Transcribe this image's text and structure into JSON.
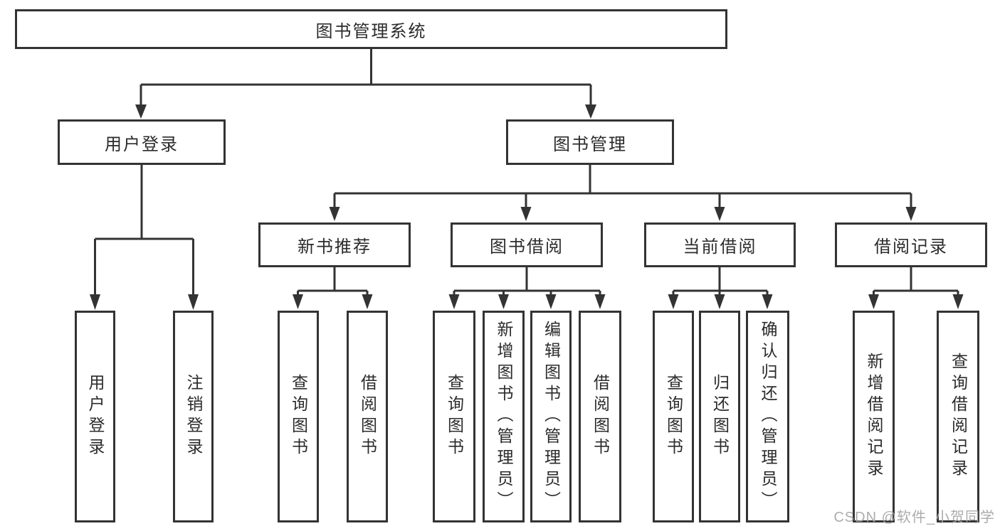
{
  "root_label": "图书管理系统",
  "branches": [
    {
      "label": "用户登录",
      "children": [
        "用户登录",
        "注销登录"
      ]
    },
    {
      "label": "图书管理",
      "children": [
        {
          "label": "新书推荐",
          "children": [
            "查询图书",
            "借阅图书"
          ]
        },
        {
          "label": "图书借阅",
          "children": [
            "查询图书",
            "新增图书（管理员）",
            "编辑图书（管理员）",
            "借阅图书"
          ]
        },
        {
          "label": "当前借阅",
          "children": [
            "查询图书",
            "归还图书",
            "确认归还（管理员）"
          ]
        },
        {
          "label": "借阅记录",
          "children": [
            "新增借阅记录",
            "查询借阅记录"
          ]
        }
      ]
    }
  ],
  "watermark": "CSDN @软件_小贺同学",
  "colors": {
    "line": "#333333",
    "text": "#2b2b2b",
    "watermark": "#a5a5a5",
    "background": "#ffffff"
  }
}
